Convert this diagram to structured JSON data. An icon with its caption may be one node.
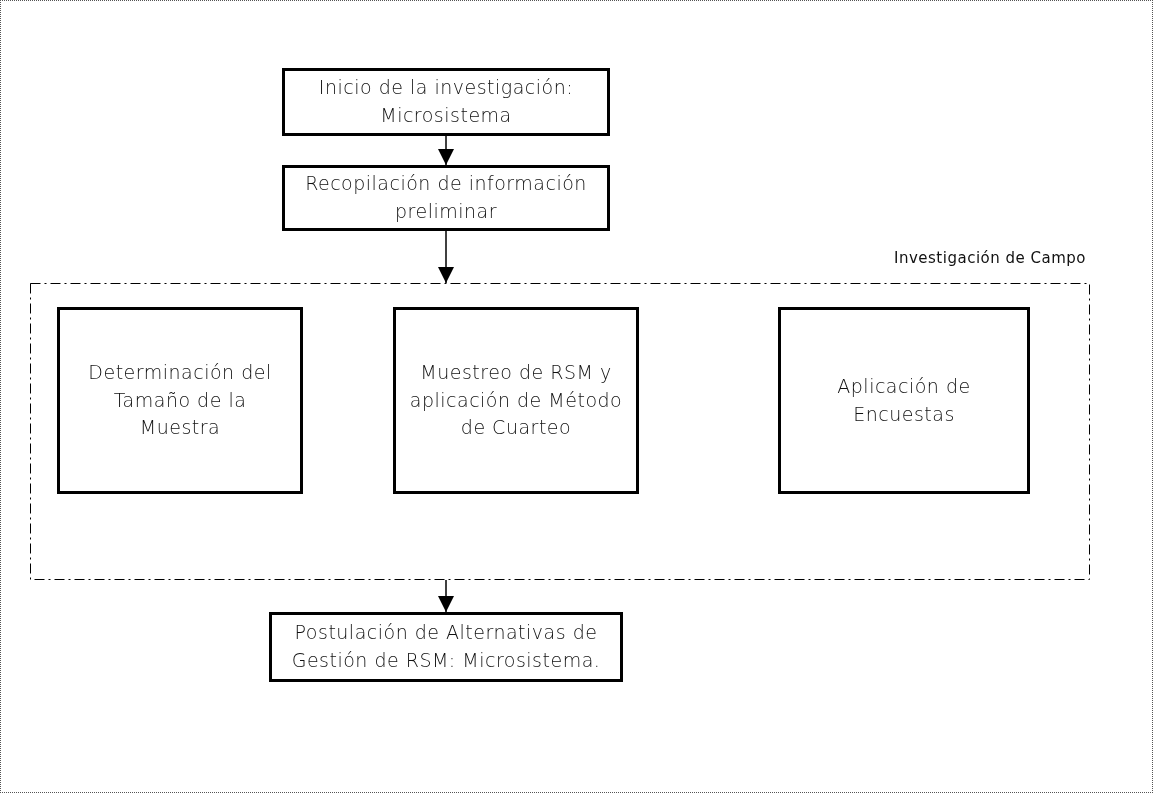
{
  "diagram": {
    "nodes": [
      {
        "text": [
          "Inicio de la investigación: Microsistema"
        ]
      },
      {
        "text": [
          "Recopilación de información preliminar"
        ]
      },
      {
        "text": [
          "Investigación de Campo"
        ]
      },
      {
        "text": [
          "Determinación del Tamaño de la Muestra"
        ],
        "in": 2
      },
      {
        "text": [
          "Muestreo de RSM y aplicación de Método de Cuarteo"
        ],
        "in": 2
      },
      {
        "text": [
          "Aplicación de Encuestas"
        ],
        "in": 2
      },
      {
        "text": [
          "Postulación de Alternativas de Gestión de RSM: Microsistema."
        ]
      }
    ],
    "edges": [
      {
        "from": 0,
        "to": 1,
        "arrow": "to"
      },
      {
        "from": 1,
        "to": 2,
        "arrow": "to"
      },
      {
        "from": 2,
        "to": 6,
        "arrow": "to"
      }
    ]
  }
}
